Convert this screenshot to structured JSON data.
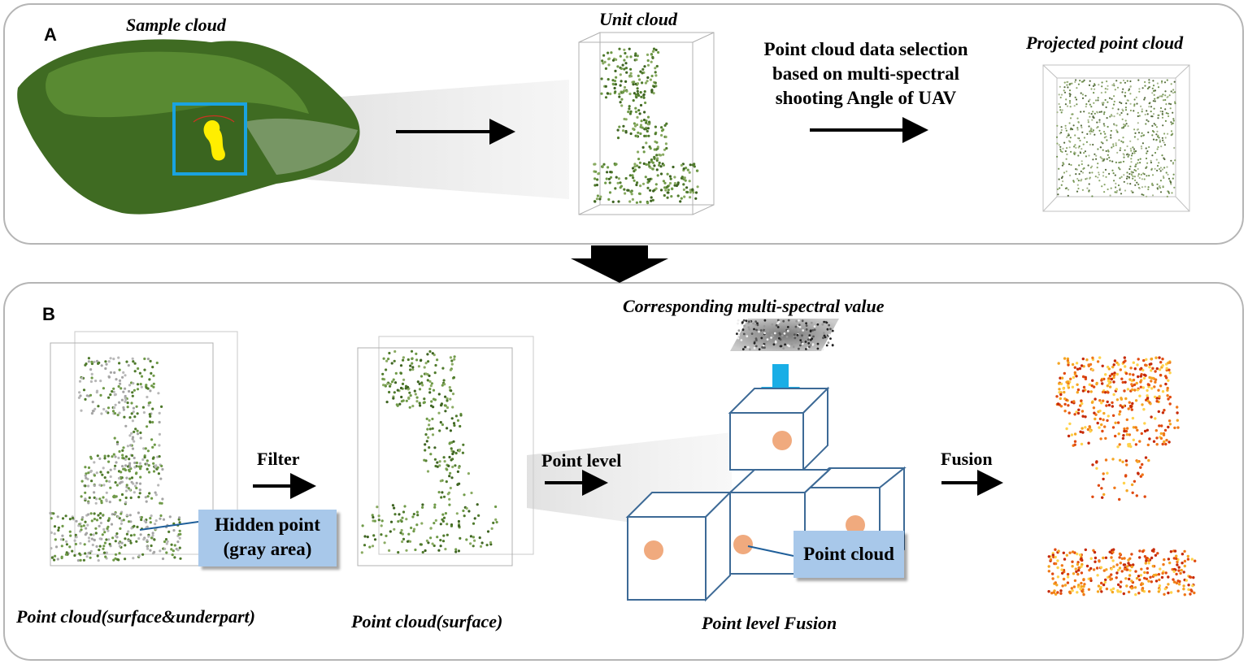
{
  "panelA": {
    "letter": "A",
    "sample_cloud_label": "Sample cloud",
    "unit_cloud_label": "Unit cloud",
    "selection_text": [
      "Point cloud data selection",
      "based on multi-spectral",
      "shooting Angle of UAV"
    ],
    "projected_label": "Projected point cloud"
  },
  "panelB": {
    "letter": "B",
    "spectral_label": "Corresponding multi-spectral value",
    "filter_label": "Filter",
    "point_level_label": "Point level",
    "fusion_label": "Fusion",
    "hidden_point_label": [
      "Hidden point",
      "(gray area)"
    ],
    "point_cloud_callout": "Point cloud",
    "caption_left": "Point cloud(surface&underpart)",
    "caption_mid": "Point cloud(surface)",
    "caption_right": "Point level  Fusion"
  },
  "colors": {
    "panel_border": "#b5b5b5",
    "callout_fill": "#a8c8ea",
    "voxel_stroke": "#3d6a96",
    "point_fill": "#f0aa7e",
    "spectral_arrow": "#19aee6",
    "highlight_box": "#1aa3e0",
    "selection_yellow": "#ffee00"
  }
}
